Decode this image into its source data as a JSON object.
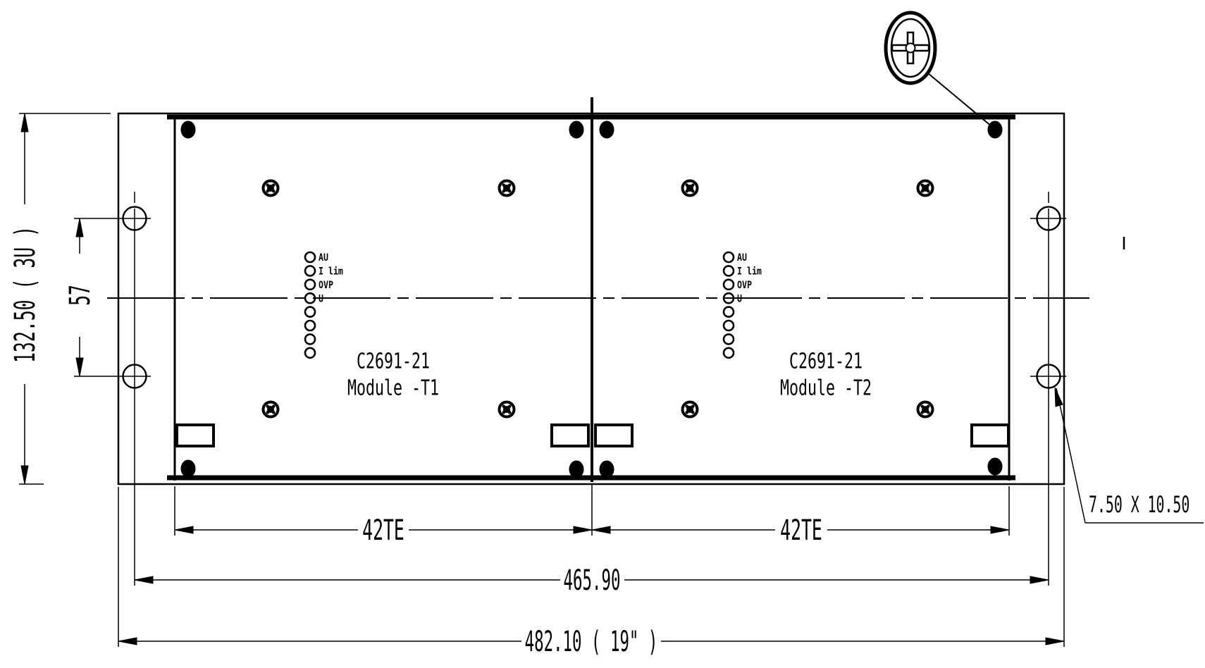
{
  "page": {
    "background": "#ffffff",
    "line_color": "#000000"
  },
  "dimensions": {
    "overall_width": "482.10 ( 19\" )",
    "mounting_pitch_width": "465.90",
    "overall_height": "132.50 ( 3U )",
    "hole_row_spacing": "57",
    "module1_width": "42TE",
    "module2_width": "42TE",
    "mounting_slot": "7.50 X 10.50"
  },
  "modules": [
    {
      "part_number": "C2691-21",
      "designator": "Module -T1",
      "led_labels": [
        "AU",
        "I lim",
        "OVP",
        "U"
      ]
    },
    {
      "part_number": "C2691-21",
      "designator": "Module -T2",
      "led_labels": [
        "AU",
        "I lim",
        "OVP",
        "U"
      ]
    }
  ]
}
